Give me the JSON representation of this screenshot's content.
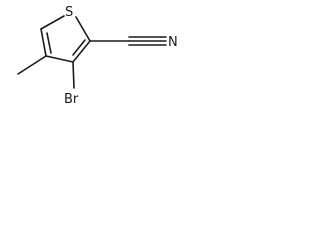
{
  "molecule": {
    "atoms": {
      "sulfur": "S",
      "nitrogen": "N",
      "bromine": "Br"
    }
  }
}
